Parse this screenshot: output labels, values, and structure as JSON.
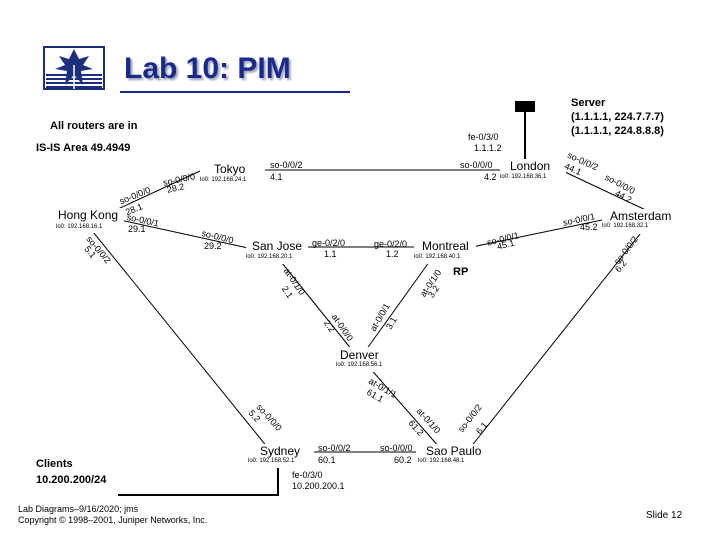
{
  "slide": {
    "title": "Lab 10: PIM",
    "note_line1": "All routers are in",
    "note_line2": "IS-IS Area 49.4949",
    "footer_line1": "Lab Diagrams–9/16/2020; jms",
    "footer_line2": "Copyright © 1998–2001, Juniper Networks, Inc.",
    "slide_number": "Slide 12",
    "server_line1": "Server",
    "server_line2": "(1.1.1.1, 224.7.7.7)",
    "server_line3": "(1.1.1.1, 224.8.8.8)",
    "server_iface": "fe-0/3/0",
    "server_addr": "1.1.1.2",
    "clients_line1": "Clients",
    "clients_line2": "10.200.200/24",
    "rp_label": "RP"
  },
  "routers": {
    "tokyo": {
      "name": "Tokyo",
      "lo": "lo0: 192.168.24.1"
    },
    "london": {
      "name": "London",
      "lo": "lo0: 192.168.36.1"
    },
    "hongkong": {
      "name": "Hong Kong",
      "lo": "lo0: 192.168.16.1"
    },
    "amsterdam": {
      "name": "Amsterdam",
      "lo": "lo0: 192.168.32.1"
    },
    "sanjose": {
      "name": "San Jose",
      "lo": "lo0: 192.168.20.1"
    },
    "montreal": {
      "name": "Montreal",
      "lo": "lo0: 192.168.40.1"
    },
    "denver": {
      "name": "Denver",
      "lo": "lo0: 192.168.56.1"
    },
    "sydney": {
      "name": "Sydney",
      "lo": "lo0: 192.168.52.1"
    },
    "saopaulo": {
      "name": "Sao Paulo",
      "lo": "lo0: 192.168.48.1"
    }
  },
  "labels": {
    "tokyo_so000": "so-0/0/0",
    "tokyo_282": "28.2",
    "tokyo_so002": "so-0/0/2",
    "tokyo_41": "4.1",
    "london_so000": "so-0/0/0",
    "london_42": "4.2",
    "london_so002": "so-0/0/2",
    "london_441": "44.1",
    "amst_so000": "so-0/0/0",
    "amst_442": "44.2",
    "amst_so001": "so-0/0/1",
    "amst_452": "45.2",
    "amst_so002": "so-0/0/2",
    "amst_62": "6.2",
    "montreal_so001": "so-0/0/1",
    "montreal_451": "45.1",
    "hk_so000": "so-0/0/0",
    "hk_281": "28.1",
    "hk_so001": "so-0/0/1",
    "hk_291": "29.1",
    "hk_so002": "so-0/0/2",
    "hk_51": "5.1",
    "sj_so000": "so-0/0/0",
    "sj_292": "29.2",
    "sj_ge020": "ge-0/2/0",
    "sj_11": "1.1",
    "sj_at010": "at-0/1/0",
    "sj_21": "2.1",
    "mt_ge020": "ge-0/2/0",
    "mt_12": "1.2",
    "mt_at010": "at-0/1/0",
    "mt_32": "3.2",
    "dv_at000": "at-0/0/0",
    "dv_22": "2.2",
    "dv_at001": "at-0/0/1",
    "dv_31": "3.1",
    "dv_at011": "at-0/1/1",
    "dv_611": "61.1",
    "sy_so000": "so-0/0/0",
    "sy_52": "5.2",
    "sy_so002": "so-0/0/2",
    "sy_601": "60.1",
    "sy_fe030": "fe-0/3/0",
    "sy_addr": "10.200.200.1",
    "sp_so000": "so-0/0/0",
    "sp_602": "60.2",
    "sp_at010": "at-0/1/0",
    "sp_612": "61.2",
    "sp_so002": "so-0/0/2",
    "sp_61": "6.1"
  },
  "colors": {
    "title": "#1a2a8a",
    "router_fill": "#ffffff",
    "logo_navy": "#1b2f7a"
  }
}
